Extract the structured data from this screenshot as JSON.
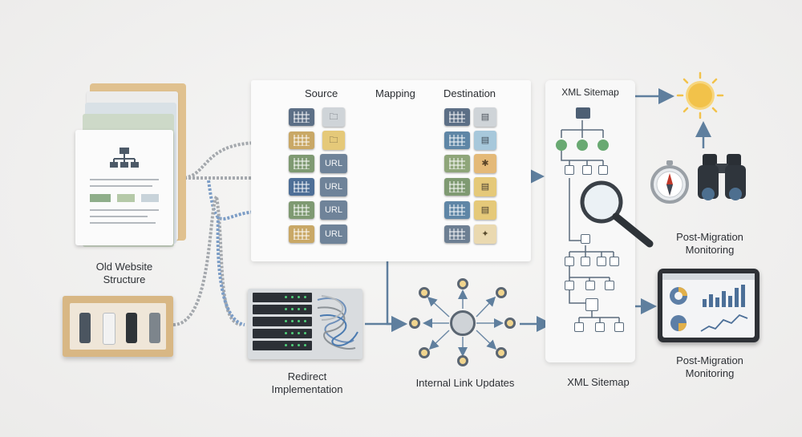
{
  "old_structure": {
    "label_line1": "Old Website",
    "label_line2": "Structure"
  },
  "mapping_panel": {
    "col_source": "Source",
    "col_mapping": "Mapping",
    "col_destination": "Destination",
    "url_label": "URL"
  },
  "redirect": {
    "label_line1": "Redirect",
    "label_line2": "Implementation"
  },
  "internal_links": {
    "label": "Internal Link Updates"
  },
  "sitemap": {
    "top_title": "XML Sitemap",
    "bottom_label": "XML Sitemap"
  },
  "monitoring_top": {
    "label_line1": "Post-Migration",
    "label_line2": "Monitoring"
  },
  "monitoring_bottom": {
    "label_line1": "Post-Migration",
    "label_line2": "Monitoring"
  },
  "colors": {
    "arrow": "#5f7f9e",
    "cable_gray": "#9aa0a6",
    "cable_blue": "#6b8fbd",
    "tile_slate": "#5c6f86",
    "tile_gold": "#c9a866",
    "tile_green": "#7f9a72",
    "tile_blue": "#4e6f97",
    "check_green": "#69a972",
    "sun": "#f2c24a"
  }
}
